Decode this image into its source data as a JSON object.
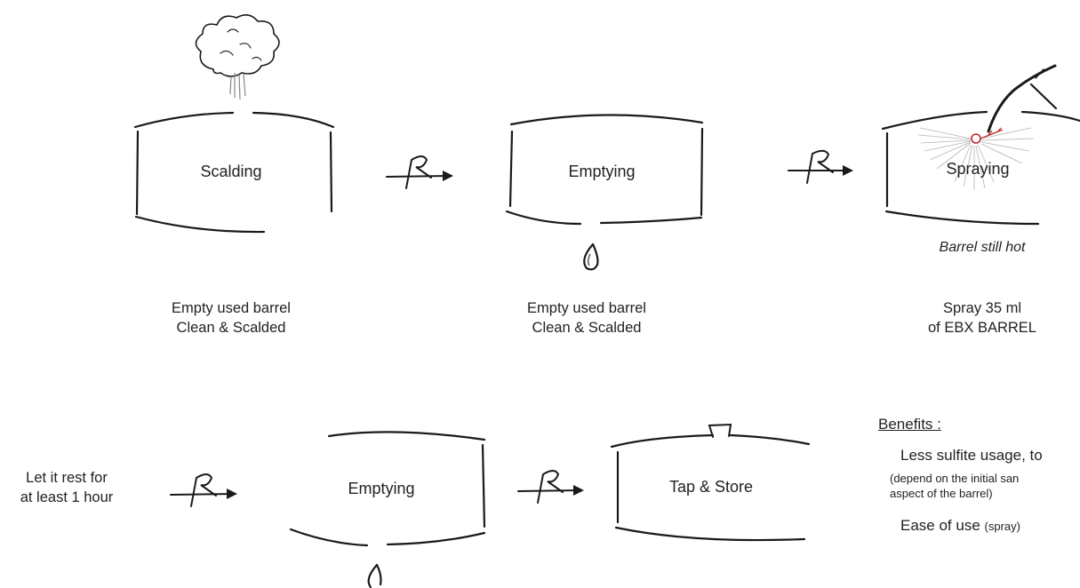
{
  "steps": [
    {
      "label": "Scalding",
      "caption": [
        "Empty used barrel",
        "Clean & Scalded"
      ],
      "icon": "steam-cloud-icon"
    },
    {
      "label": "Emptying",
      "caption": [
        "Empty used barrel",
        "Clean & Scalded"
      ],
      "icon": "water-drop-icon"
    },
    {
      "label": "Spraying",
      "caption": [
        "Spray 35 ml",
        "of EBX BARREL"
      ],
      "note": "Barrel still hot",
      "icon": "spray-nozzle-icon"
    },
    {
      "label": "Emptying",
      "icon": "water-drop-icon"
    },
    {
      "label": "Tap & Store",
      "icon": "bung-icon"
    }
  ],
  "rest_text": [
    "Let it rest for",
    "at least 1 hour"
  ],
  "benefits": {
    "title": "Benefits :",
    "item1": "Less sulfite usage, to",
    "item1_note": [
      "(depend on the initial san",
      "aspect of the barrel)"
    ],
    "item2": "Ease of use",
    "item2_note": "(spray)"
  },
  "colors": {
    "ink": "#1a1a1a",
    "spray_accent": "#c0282d",
    "spray_mist": "#b5b5b5"
  }
}
